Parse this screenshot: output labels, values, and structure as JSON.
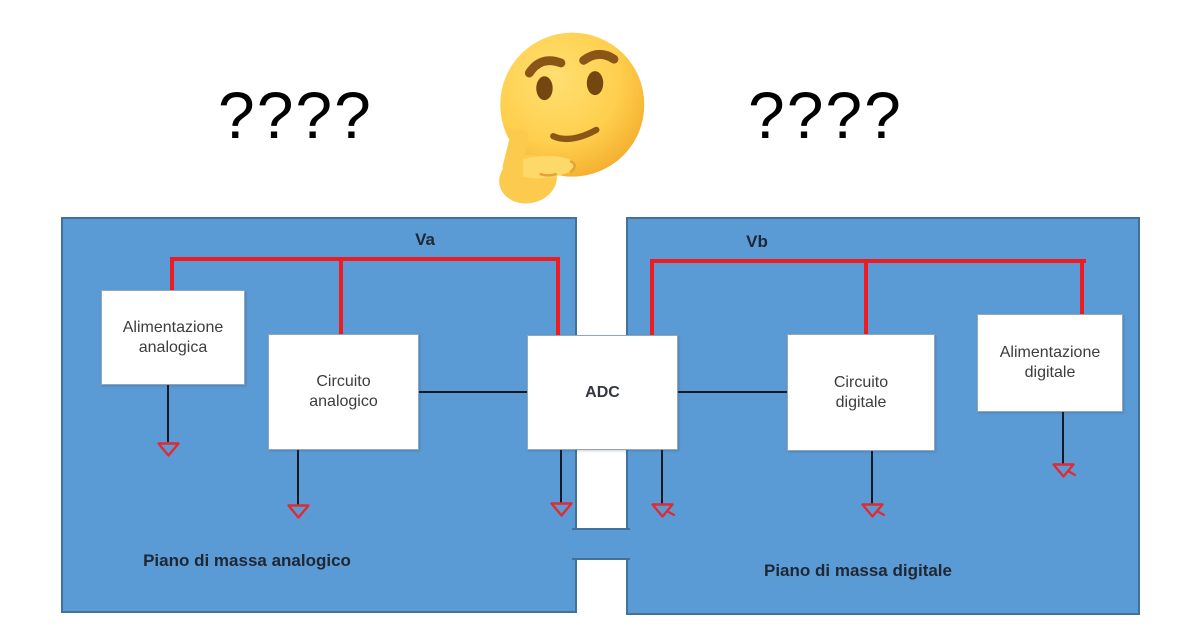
{
  "header": {
    "left_question": "????",
    "right_question": "????",
    "emoji": "thinking-face"
  },
  "colors": {
    "plane_fill": "#5b9bd5",
    "plane_border": "#41719c",
    "wire_red": "#ee1b23",
    "wire_black": "#181820",
    "box_fill": "#ffffff",
    "box_border": "#93a7b7",
    "text_dark": "#1f2733",
    "emoji_yellow": "#ffd45e"
  },
  "diagram": {
    "left_plane": {
      "label": "Piano di massa analogico"
    },
    "right_plane": {
      "label": "Piano di massa digitale"
    },
    "nets": [
      {
        "label": "Va"
      },
      {
        "label": "Vb"
      }
    ],
    "blocks": [
      {
        "id": "alimentazione-analogica",
        "label": "Alimentazione analogica"
      },
      {
        "id": "circuito-analogico",
        "label": "Circuito analogico"
      },
      {
        "id": "adc",
        "label": "ADC"
      },
      {
        "id": "circuito-digitale",
        "label": "Circuito digitale"
      },
      {
        "id": "alimentazione-digitale",
        "label": "Alimentazione digitale"
      }
    ]
  }
}
